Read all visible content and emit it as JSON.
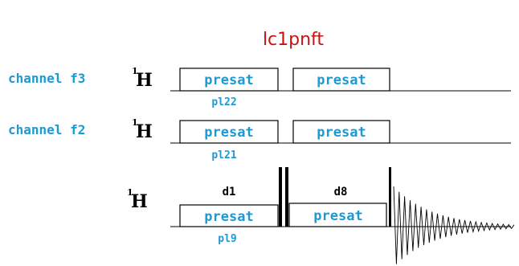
{
  "title": "lc1pnft",
  "channels": {
    "f3": {
      "label": "channel f3",
      "nucleus_mass": "1",
      "nucleus_symbol": "H",
      "pulse1": "presat",
      "pulse2": "presat",
      "power": "pl22"
    },
    "f2": {
      "label": "channel f2",
      "nucleus_mass": "1",
      "nucleus_symbol": "H",
      "pulse1": "presat",
      "pulse2": "presat",
      "power": "pl21"
    },
    "f1": {
      "nucleus_mass": "1",
      "nucleus_symbol": "H",
      "delay1": "d1",
      "delay2": "d8",
      "pulse1": "presat",
      "pulse2": "presat",
      "power": "pl9"
    }
  },
  "colors": {
    "title": "#cc1111",
    "labels": "#1a9ad6",
    "lines": "#000000"
  }
}
